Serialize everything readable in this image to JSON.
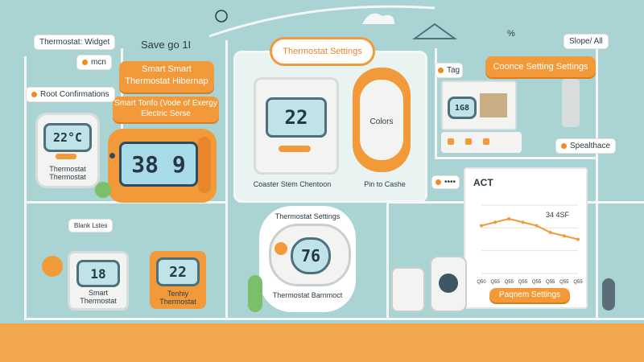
{
  "labels": {
    "thermostat_widget": "Thermostat: Widget",
    "save_go": "Save go 1I",
    "mcn": "mcn",
    "smart_smart": "Smart Smart",
    "thermostat_hibernap": "Thermostat Hibernap",
    "smart_tonfo": "Smart Tonfo (Vode of Exergy",
    "electric_serse": "Electric Serse",
    "root_confirmations": "Root Confirmations",
    "thermostat_thermostat": "Thermostat Thermostat",
    "thermostat_settings_top": "Thermostat Settings",
    "coaster_stem": "Coaster Stem Chentoon",
    "pin_to_cashe": "Pin to Cashe",
    "colors": "Colors",
    "thermostat_settings_bottom": "Thermostat Settings",
    "thermostat_barnmoct": "Thermostat Barnmoct",
    "smart_thermostat": "Smart Thermostat",
    "tenhiy_thermostat": "Tenhiy Thermostat",
    "blank_lstes": "Blank Lstes",
    "slope_all": "Slope/ All",
    "coonce_settings": "Coonce Setting Settings",
    "speedthace": "Spealthace",
    "act": "ACT",
    "paqnem_settings": "Paqnem Settings",
    "percent": "%",
    "small_tag": "Tag",
    "bubble_value": "••••"
  },
  "displays": {
    "small_left": "22°C",
    "big_orange": "38 9",
    "center_white": "22",
    "round_bottom": "76",
    "box_white": "18",
    "box_orange": "22",
    "mid_box_mini": "1G8"
  },
  "chart_data": {
    "type": "line",
    "title": "ACT",
    "annotation": "34 4SF",
    "x_ticks": [
      "Q50",
      "Q55",
      "Q55",
      "Q55",
      "Q55",
      "Q55",
      "Q55",
      "Q55"
    ],
    "values": [
      14,
      15,
      16,
      15,
      14,
      12,
      11,
      10
    ]
  },
  "colors": {
    "accent": "#f29a3a",
    "background": "#a9d4d3",
    "floor": "#f2a74c",
    "screen": "#bfe3e6"
  }
}
